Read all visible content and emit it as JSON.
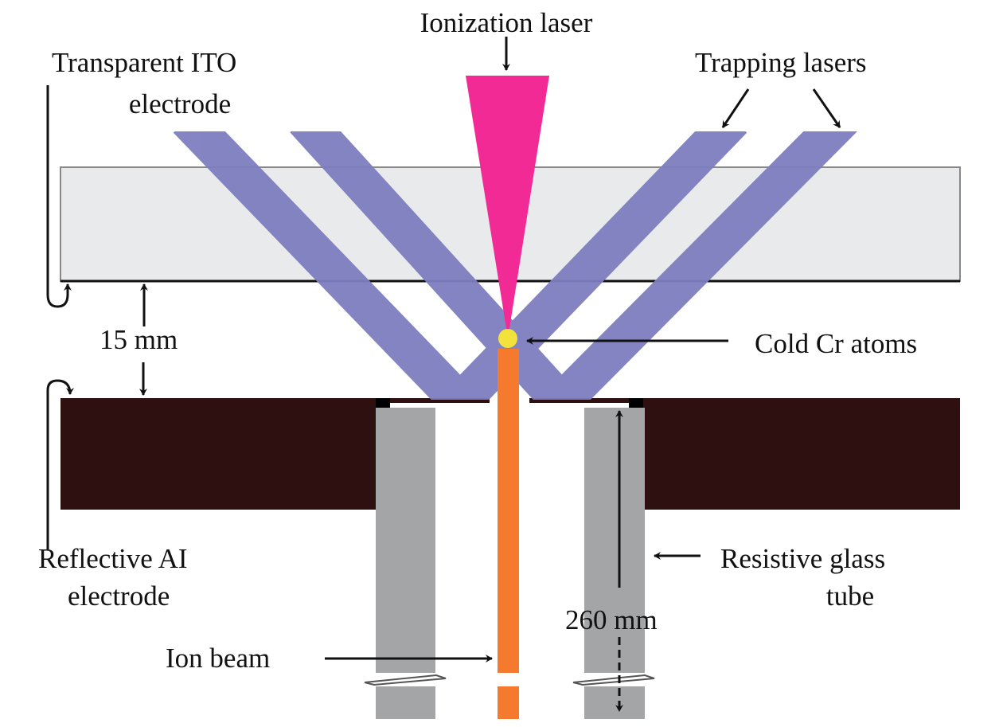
{
  "labels": {
    "ionization_laser": "Ionization laser",
    "ito_line1": "Transparent ITO",
    "ito_line2": "electrode",
    "trapping_lasers": "Trapping lasers",
    "gap": "15 mm",
    "cold_atoms": "Cold Cr atoms",
    "al_line1": "Reflective AI",
    "al_line2": "electrode",
    "tube_line1": "Resistive glass",
    "tube_line2": "tube",
    "tube_length": "260 mm",
    "ion_beam": "Ion beam"
  },
  "colors": {
    "ionization_laser": "#f22a96",
    "trapping_laser": "#7e7ec0",
    "ion_beam": "#f57a2e",
    "atoms": "#f2e33c",
    "ito_electrode": "#e8eaeb",
    "al_electrode": "#2e1011",
    "glass_tube": "#a3a5a7"
  }
}
